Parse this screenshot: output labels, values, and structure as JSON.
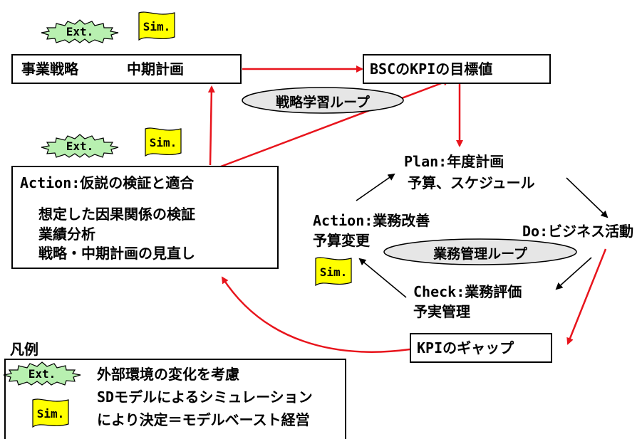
{
  "badges": {
    "ext": "Ext.",
    "sim": "Sim."
  },
  "strategy_box": {
    "left": "事業戦略",
    "right": "中期計画"
  },
  "bsc_box": {
    "label": "BSCのKPIの目標値"
  },
  "strategic_loop": {
    "label": "戦略学習ループ"
  },
  "action_box": {
    "title": "Action:仮説の検証と適合",
    "lines": [
      "想定した因果関係の検証",
      "業績分析",
      "戦略・中期計画の見直し"
    ]
  },
  "plan": {
    "line1": "Plan:年度計画",
    "line2": "予算、スケジュール"
  },
  "do": {
    "label": "Do:ビジネス活動"
  },
  "action_small": {
    "line1": "Action:業務改善",
    "line2": "予算変更"
  },
  "ops_loop": {
    "label": "業務管理ループ"
  },
  "check": {
    "line1": "Check:業務評価",
    "line2": "予実管理"
  },
  "kpi_gap": {
    "label": "KPIのギャップ"
  },
  "legend": {
    "title": "凡例",
    "line1": "外部環境の変化を考慮",
    "line2": "SDモデルによるシミュレーション",
    "line3": "により決定＝モデルベースト経営"
  },
  "colors": {
    "arrow_red": "#e8141c",
    "badge_ext": "#b8f0b0",
    "badge_sim": "#ffff00",
    "ellipse": "#e6e6e6"
  }
}
